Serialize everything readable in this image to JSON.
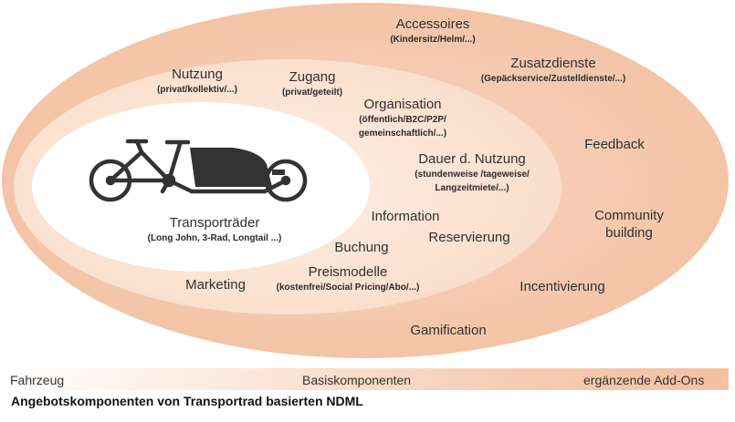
{
  "diagram": {
    "core": {
      "title": "Transporträder",
      "subtitle": "(Long John, 3-Rad, Longtail ...)",
      "icon": "cargo-bike-icon"
    },
    "base_components": [
      {
        "title": "Nutzung",
        "subtitle": "(privat/kollektiv/...)"
      },
      {
        "title": "Zugang",
        "subtitle": "(privat/geteilt)"
      },
      {
        "title": "Organisation",
        "subtitle": "(öffentlich/B2C/P2P/",
        "subtitle2": "gemeinschaftlich/...)"
      },
      {
        "title": "Dauer d. Nutzung",
        "subtitle": "(stundenweise /tageweise/",
        "subtitle2": "Langzeitmiete/...)"
      },
      {
        "title": "Information"
      },
      {
        "title": "Reservierung"
      },
      {
        "title": "Buchung"
      },
      {
        "title": "Preismodelle",
        "subtitle": "(kostenfrei/Social Pricing/Abo/...)"
      },
      {
        "title": "Marketing"
      }
    ],
    "addons": [
      {
        "title": "Accessoires",
        "subtitle": "(Kindersitz/Helm/...)"
      },
      {
        "title": "Zusatzdienste",
        "subtitle": "(Gepäckservice/Zustelldienste/...)"
      },
      {
        "title": "Feedback"
      },
      {
        "title": "Community",
        "title2": "building"
      },
      {
        "title": "Incentivierung"
      },
      {
        "title": "Gamification"
      }
    ],
    "colors": {
      "outer_ellipse": "#f4c6a9",
      "middle_ellipse": "#fbe3d3",
      "inner_ellipse": "#ffffff",
      "bike": "#333333"
    }
  },
  "legend": {
    "left": "Fahrzeug",
    "center": "Basiskomponenten",
    "right": "ergänzende Add-Ons"
  },
  "caption": "Angebotskomponenten von Transportrad basierten NDML"
}
